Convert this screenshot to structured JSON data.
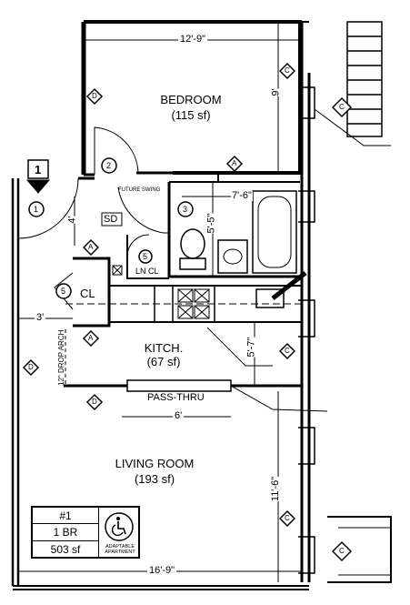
{
  "rooms": {
    "bedroom": {
      "name": "BEDROOM",
      "area": "(115 sf)"
    },
    "kitchen": {
      "name": "KITCH.",
      "area": "(67 sf)"
    },
    "living": {
      "name": "LIVING ROOM",
      "area": "(193 sf)"
    }
  },
  "labels": {
    "sd": "SD",
    "ln_cl": "LN CL",
    "cl": "CL",
    "pass_thru": "PASS-THRU",
    "future_swing": "FUTURE SWING",
    "drop_arch": "12\" DROP ARCH"
  },
  "dimensions": {
    "bedroom_width": "12'-9\"",
    "bedroom_depth": "9'",
    "bath_width": "7'-6\"",
    "bath_depth": "5'-5\"",
    "entry": "4'",
    "closet": "3'",
    "kitchen_depth": "5'-7\"",
    "pass_thru": "6'",
    "living_depth": "11'-6\"",
    "living_width": "16'-9\""
  },
  "door_tags": [
    "1",
    "2",
    "3",
    "5",
    "5"
  ],
  "markers": {
    "A": "A",
    "C": "C",
    "D": "D"
  },
  "key_plan_number": "1",
  "unit": {
    "number": "#1",
    "type": "1 BR",
    "area": "503 sf",
    "ada_label": "ADAPTABLE APARTMENT"
  }
}
